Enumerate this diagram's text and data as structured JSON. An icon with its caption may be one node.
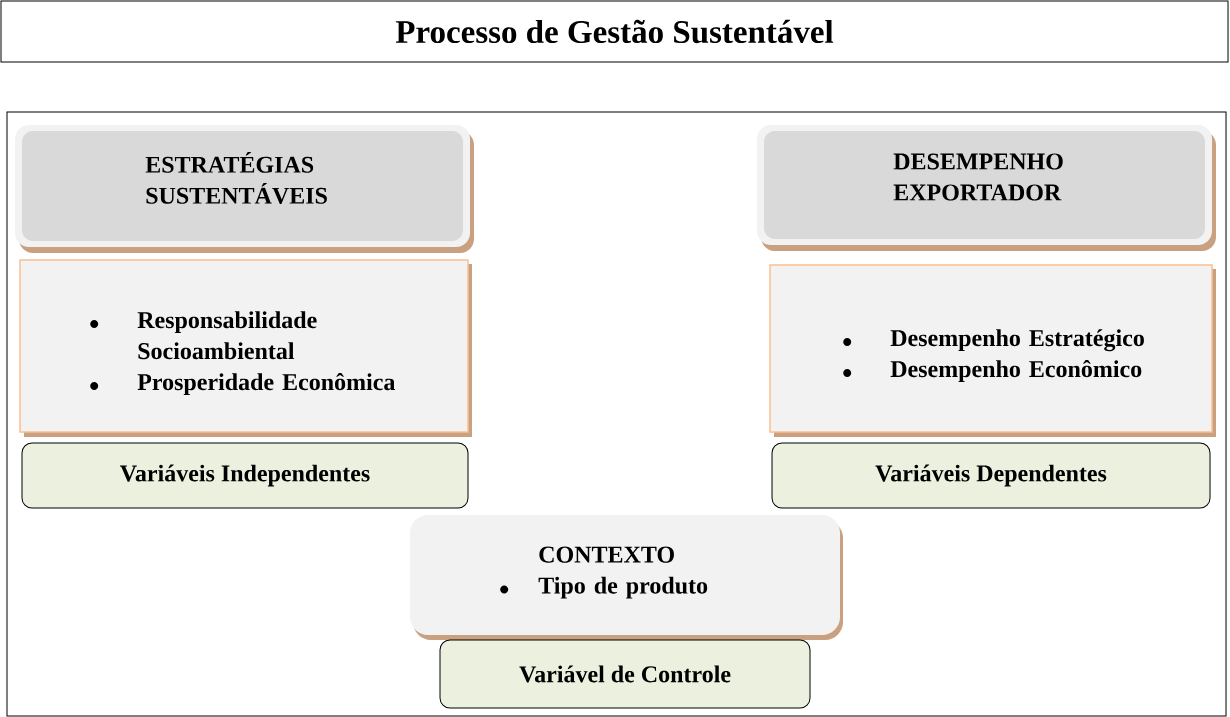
{
  "diagram": {
    "nodes": [
      {
        "text": [
          "Processo de Gestão Sustentável"
        ]
      },
      {
        "text": [],
        "shape": "box"
      },
      {
        "text": [
          "ESTRATÉGIAS SUSTENTÁVEIS"
        ],
        "in": 1
      },
      {
        "text": [
          "Responsabilidade Socioambiental",
          "Prosperidade Econômica"
        ],
        "in": 1
      },
      {
        "text": [
          "Variáveis Independentes"
        ],
        "in": 1
      },
      {
        "text": [
          "DESEMPENHO EXPORTADOR"
        ],
        "in": 1
      },
      {
        "text": [
          "Desempenho Estratégico",
          "Desempenho Econômico"
        ],
        "in": 1
      },
      {
        "text": [
          "Variáveis Dependentes"
        ],
        "in": 1
      },
      {
        "text": [
          "CONTEXTO",
          "Tipo de produto"
        ],
        "in": 1
      },
      {
        "text": [
          "Variável de Controle"
        ],
        "in": 1
      }
    ]
  }
}
